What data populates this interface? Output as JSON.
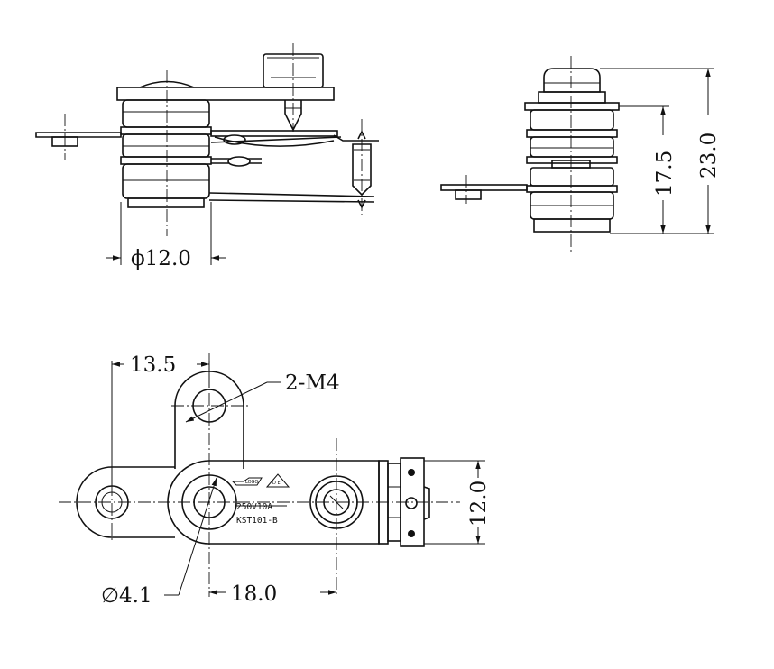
{
  "dimensions": {
    "diameter_body": "ϕ12.0",
    "height_total": "23.0",
    "height_body": "17.5",
    "offset_hole": "13.5",
    "screw_holes": "2-M4",
    "hole_diameter": "∅4.1",
    "center_distance": "18.0",
    "width": "12.0"
  },
  "markings": {
    "rating": "250V10A",
    "model": "KST101-B"
  }
}
